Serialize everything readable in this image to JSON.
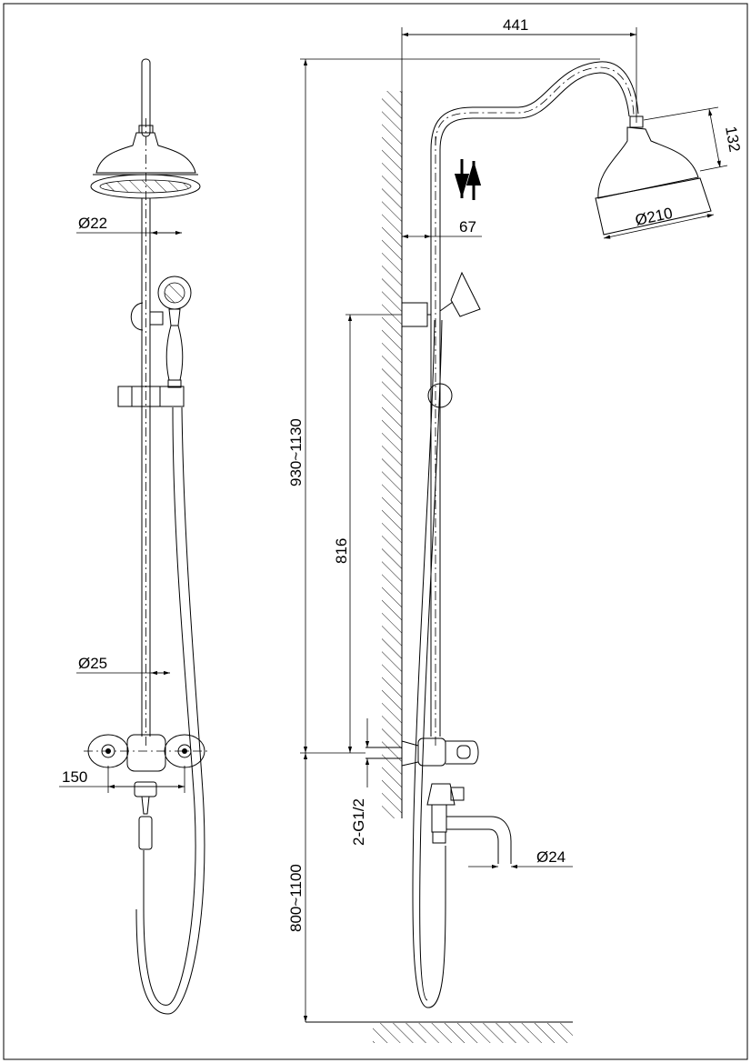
{
  "labels": {
    "head_width": "441",
    "head_height": "132",
    "head_diameter": "Ø210",
    "top_pipe_diameter": "Ø22",
    "wall_offset": "67",
    "total_height": "930~1130",
    "bracket_height": "816",
    "lower_pipe_diameter": "Ø25",
    "inlet_spacing": "150",
    "inlet_thread": "2-G1/2",
    "floor_height": "800~1100",
    "spout_diameter": "Ø24"
  },
  "colors": {
    "line": "#000000",
    "background": "#ffffff"
  }
}
